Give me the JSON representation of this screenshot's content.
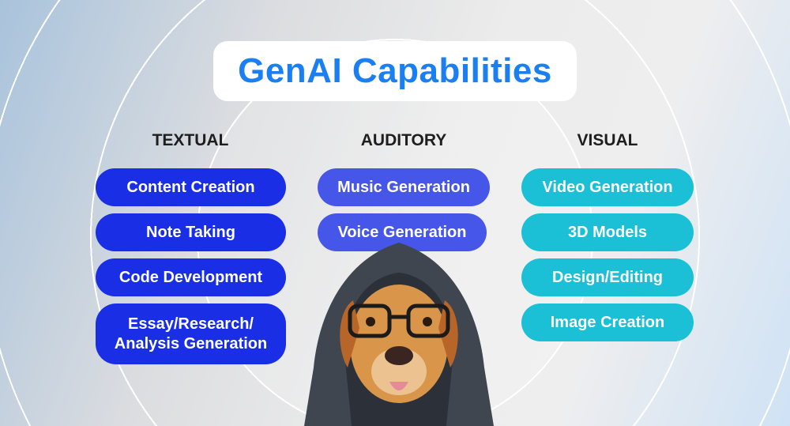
{
  "title": "GenAI Capabilities",
  "columns": [
    {
      "heading": "TEXTUAL",
      "items": [
        "Content Creation",
        "Note Taking",
        "Code Development",
        "Essay/Research/ Analysis Generation"
      ]
    },
    {
      "heading": "AUDITORY",
      "items": [
        "Music Generation",
        "Voice Generation"
      ]
    },
    {
      "heading": "VISUAL",
      "items": [
        "Video Generation",
        "3D Models",
        "Design/Editing",
        "Image Creation"
      ]
    }
  ],
  "colors": {
    "title": "#1a7ff0",
    "textual": "#1a2ee6",
    "auditory": "#4656e8",
    "visual": "#1bbfd6"
  }
}
